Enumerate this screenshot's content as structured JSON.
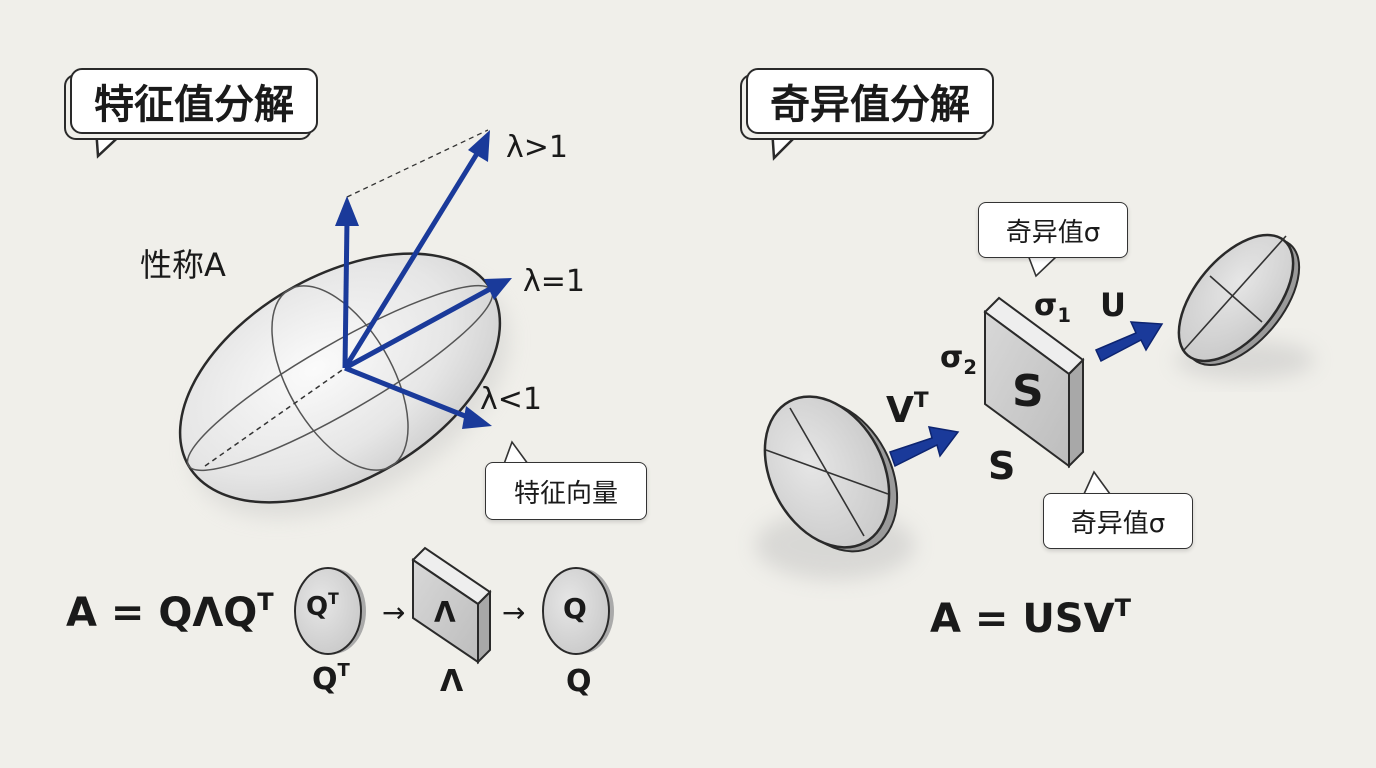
{
  "left": {
    "title": "特征值分解",
    "matrix_label": "性称A",
    "arrow_labels": {
      "gt1": "λ>1",
      "eq1": "λ=1",
      "lt1": "λ<1"
    },
    "eigenvector_callout": "特征向量",
    "formula": "A = QΛQ",
    "formula_sup": "T",
    "q_transpose_disc": "Q",
    "q_transpose_disc_sup": "T",
    "lambda_box": "Λ",
    "q_disc": "Q",
    "q_transpose_caption": "Q",
    "q_transpose_caption_sup": "T",
    "lambda_caption": "Λ",
    "q_caption": "Q",
    "step_arrow": "→"
  },
  "right": {
    "title": "奇异值分解",
    "singular_callout_top": "奇异值σ",
    "singular_callout_bottom": "奇异值σ",
    "sigma1": "σ",
    "sigma1_sub": "1",
    "sigma2": "σ",
    "sigma2_sub": "2",
    "s_box": "S",
    "s_caption": "S",
    "u_label": "U",
    "v_label": "V",
    "v_label_sup": "T",
    "formula": "A = USV",
    "formula_sup": "T"
  },
  "colors": {
    "arrow_blue": "#1a3a9a",
    "background": "#f0efea",
    "outline": "#2a2a2a"
  }
}
